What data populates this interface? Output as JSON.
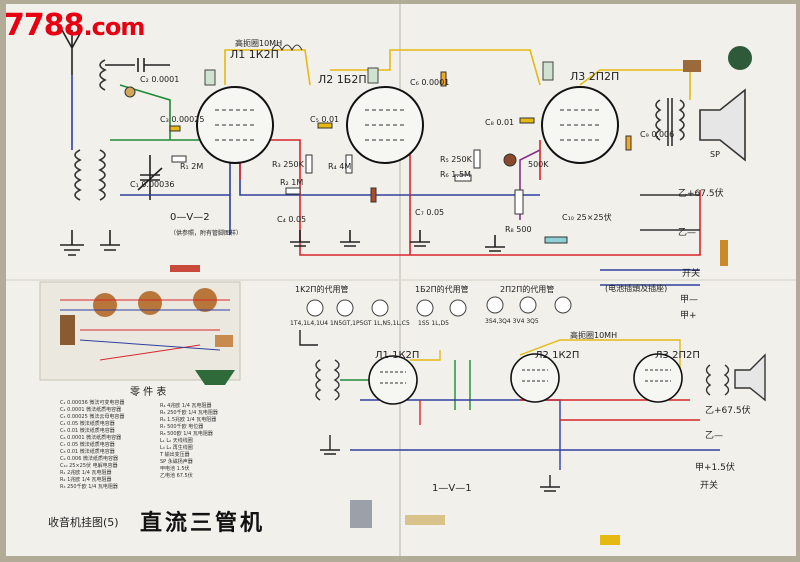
{
  "watermark": {
    "prefix": "7788",
    "suffix": ".com"
  },
  "tubes": [
    {
      "ref": "Л1",
      "type": "1К2П"
    },
    {
      "ref": "Л2",
      "type": "1Б2П"
    },
    {
      "ref": "Л3",
      "type": "2П2П"
    }
  ],
  "lower_tubes": [
    {
      "ref": "Л1",
      "type": "1К2П"
    },
    {
      "ref": "Л2",
      "type": "1К2П"
    },
    {
      "ref": "Л3",
      "type": "2П2П"
    }
  ],
  "labels": {
    "choke_top": "高扼圈10MH",
    "choke_lower": "高扼圈10MH",
    "c1": "C₁ 0.00036",
    "c2": "C₂ 0.0001",
    "c3": "C₃ 0.00025",
    "r1": "R₁ 2M",
    "r2": "R₂ 1M",
    "r3": "R₃ 250K",
    "r4": "R₄ 4M",
    "r5": "R₅ 250K",
    "r6": "R₆ 1.5M",
    "r7": "500K",
    "r8": "R₈ 500",
    "c4": "C₄ 0.05",
    "c5": "C₅ 0.01",
    "c6": "C₆ 0.0001",
    "c7": "C₇ 0.05",
    "c8": "C₈ 0.01",
    "c9": "C₉ 0.006",
    "c10": "C₁₀ 25×25伏",
    "v_plus": "乙+67.5伏",
    "v_minus": "乙—",
    "a_plus": "甲+",
    "a_minus": "甲—",
    "switch": "开关",
    "speaker": "SP",
    "ov2": "0—V—2",
    "ov2_note": "（供参照，附有管脚图样）",
    "battery_note": "(电池插頭及插座)",
    "v_plus_lower": "乙+67.5伏",
    "v_minus_lower": "乙—",
    "a_plus_lower": "甲+1.5伏",
    "switch_lower": "开关",
    "iv1": "1—V—1"
  },
  "pin_header": "1K2П的代用管",
  "pin_header2": "1Б2П的代用管",
  "pin_header3": "2П2П的代用管",
  "pin_types": [
    "1T4,1L4,1U4",
    "1N5GT,1P5GT",
    "1L,N5,1L,C5",
    "1S5",
    "1L,D5",
    "3S4,3Q4",
    "3V4",
    "3Q5"
  ],
  "parts_header": "零 件 表",
  "subtitle": "收音机挂图(5)",
  "title": "直流三管机"
}
